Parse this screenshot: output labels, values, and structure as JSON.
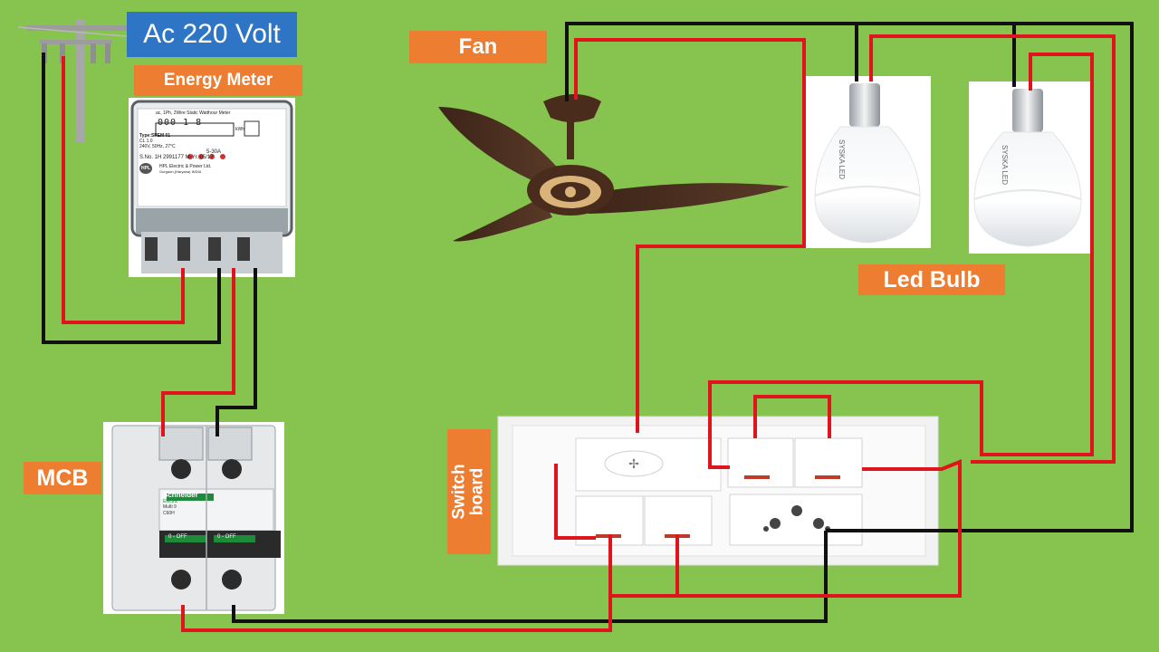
{
  "labels": {
    "supply": "Ac 220 Volt",
    "meter": "Energy Meter",
    "fan": "Fan",
    "bulb": "Led Bulb",
    "mcb": "MCB",
    "switchboard": "Switch board"
  },
  "meter_face": {
    "header": "ac, 1Ph, 2Wire Static Watthour Meter",
    "reading": "000  1  8",
    "unit": "kWh",
    "type": "Type:SPEM 01",
    "class": "CL 1.0",
    "rating": "240V, 50Hz, 27°C",
    "current": "5-30A",
    "serial": "S.No. 1H 2991177  M-Yr. 05/17",
    "brand": "HPL",
    "maker": "HPL Electric & Power Ltd.",
    "address": "Gurgaon,(Haryana) INDIA"
  },
  "mcb_face": {
    "brand": "Schneider",
    "sub": "Electric",
    "model": "Multi 9",
    "rating": "C60H",
    "off1": "0 - OFF",
    "off2": "0 - OFF"
  },
  "bulb_brand": "SYSKA LED",
  "colors": {
    "background": "#86c44f",
    "label_bg": "#ed7d31",
    "supply_bg": "#2e75c5",
    "phase_wire": "#e0141c",
    "neutral_wire": "#111111"
  }
}
